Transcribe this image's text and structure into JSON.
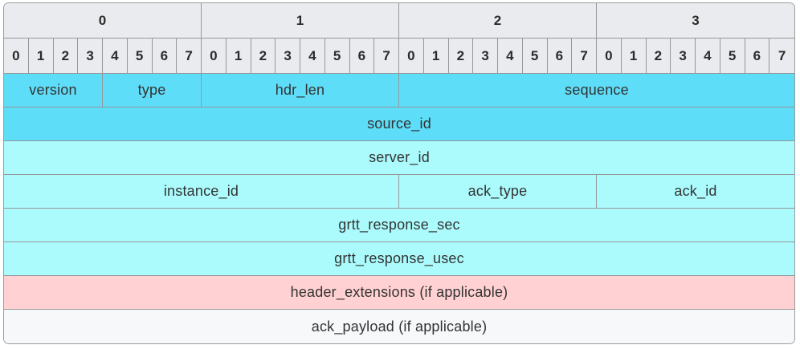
{
  "diagram": {
    "title": "packet-header-layout",
    "byte_headers": [
      {
        "id": "byte-0",
        "label": "0",
        "span": 8
      },
      {
        "id": "byte-1",
        "label": "1",
        "span": 8
      },
      {
        "id": "byte-2",
        "label": "2",
        "span": 8
      },
      {
        "id": "byte-3",
        "label": "3",
        "span": 8
      }
    ],
    "bit_headers": [
      "0",
      "1",
      "2",
      "3",
      "4",
      "5",
      "6",
      "7",
      "0",
      "1",
      "2",
      "3",
      "4",
      "5",
      "6",
      "7",
      "0",
      "1",
      "2",
      "3",
      "4",
      "5",
      "6",
      "7",
      "0",
      "1",
      "2",
      "3",
      "4",
      "5",
      "6",
      "7"
    ],
    "rows": [
      {
        "cells": [
          {
            "id": "version",
            "label": "version",
            "span": 4,
            "color": "dark"
          },
          {
            "id": "type",
            "label": "type",
            "span": 4,
            "color": "dark"
          },
          {
            "id": "hdr-len",
            "label": "hdr_len",
            "span": 8,
            "color": "dark"
          },
          {
            "id": "sequence",
            "label": "sequence",
            "span": 16,
            "color": "dark"
          }
        ]
      },
      {
        "cells": [
          {
            "id": "source-id",
            "label": "source_id",
            "span": 32,
            "color": "dark"
          }
        ]
      },
      {
        "cells": [
          {
            "id": "server-id",
            "label": "server_id",
            "span": 32,
            "color": "light"
          }
        ]
      },
      {
        "cells": [
          {
            "id": "instance-id",
            "label": "instance_id",
            "span": 16,
            "color": "light"
          },
          {
            "id": "ack-type",
            "label": "ack_type",
            "span": 8,
            "color": "light"
          },
          {
            "id": "ack-id",
            "label": "ack_id",
            "span": 8,
            "color": "light"
          }
        ]
      },
      {
        "cells": [
          {
            "id": "grtt-response-sec",
            "label": "grtt_response_sec",
            "span": 32,
            "color": "light"
          }
        ]
      },
      {
        "cells": [
          {
            "id": "grtt-response-usec",
            "label": "grtt_response_usec",
            "span": 32,
            "color": "light"
          }
        ]
      },
      {
        "cells": [
          {
            "id": "header-extensions",
            "label": "header_extensions (if applicable)",
            "span": 32,
            "color": "pink"
          }
        ]
      },
      {
        "cells": [
          {
            "id": "ack-payload",
            "label": "ack_payload (if applicable)",
            "span": 32,
            "color": "plain"
          }
        ]
      }
    ],
    "colors": {
      "dark": "#5eddf8",
      "light": "#abfbfd",
      "pink": "#ffd1d2",
      "plain": "#f7f8fa",
      "header_bg": "#eaebee",
      "border": "#95979a",
      "outer_border": "#9a9c9e",
      "text": "#333333"
    }
  }
}
